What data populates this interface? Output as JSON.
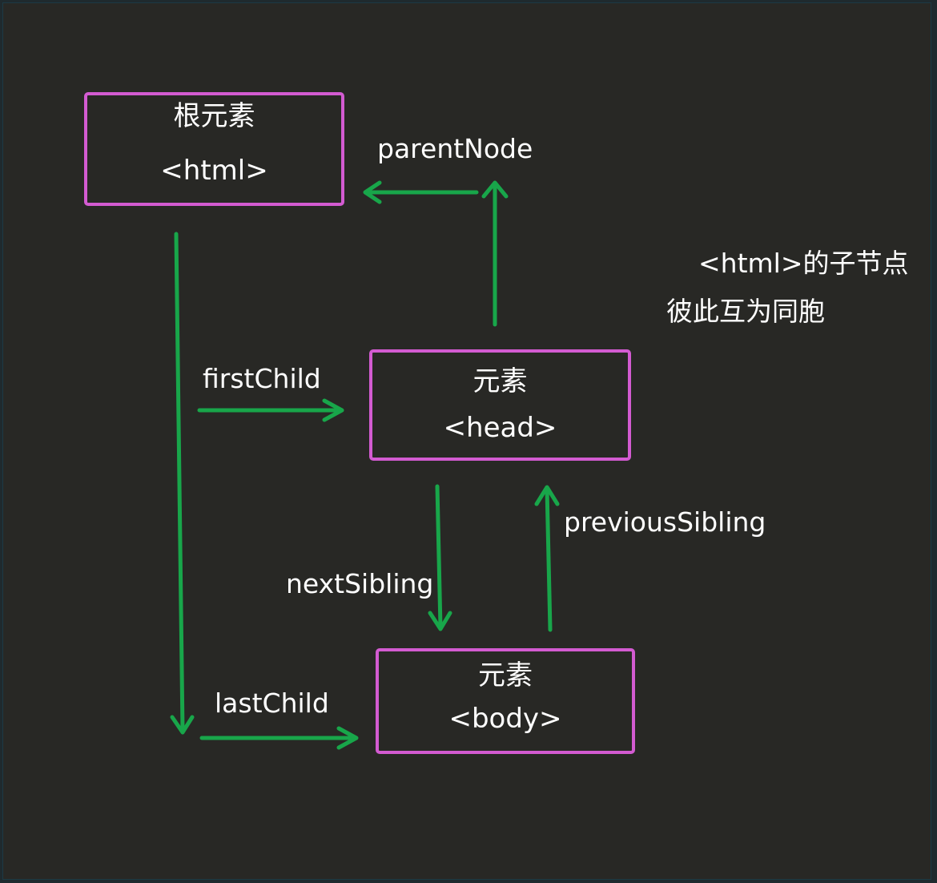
{
  "colors": {
    "background": "#282825",
    "frame": "#1f2a2e",
    "box_border": "#d35bd1",
    "arrow": "#18a64a",
    "text": "#ffffff"
  },
  "nodes": {
    "root": {
      "line1": "根元素",
      "line2": "<html>"
    },
    "head": {
      "line1": "元素",
      "line2": "<head>"
    },
    "body": {
      "line1": "元素",
      "line2": "<body>"
    }
  },
  "edges": {
    "parent_node": "parentNode",
    "first_child": "firstChild",
    "last_child": "lastChild",
    "next_sibling": "nextSibling",
    "previous_sibling": "previousSibling"
  },
  "note": {
    "line1": "<html>的子节点",
    "line2": "彼此互为同胞"
  }
}
